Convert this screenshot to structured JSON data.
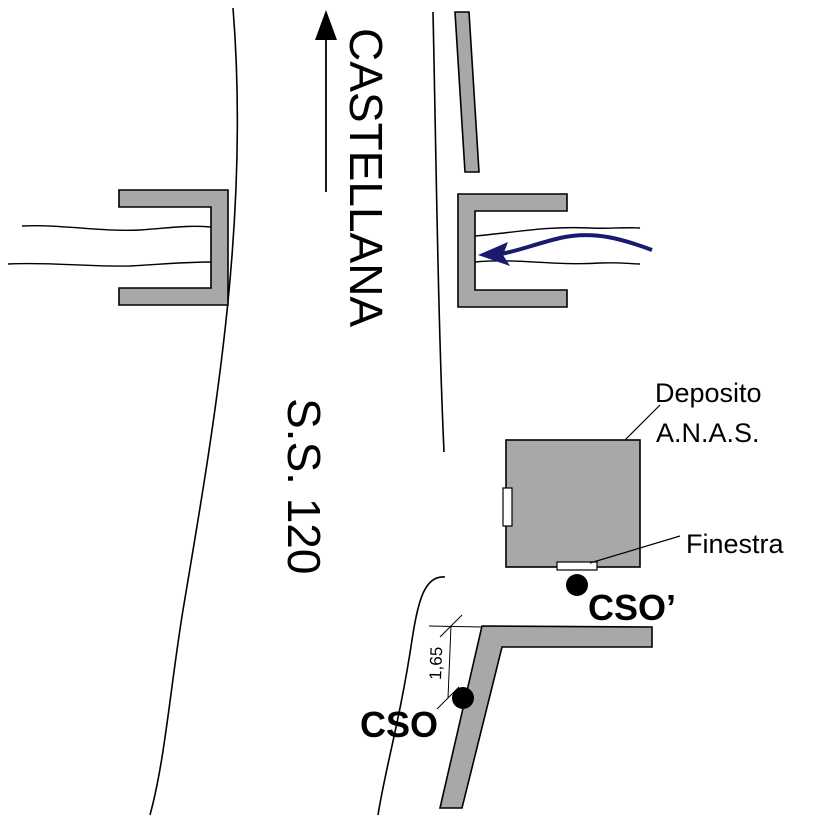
{
  "labels": {
    "road_name": "CASTELLANA",
    "highway": "S.S. 120",
    "deposit_line1": "Deposito",
    "deposit_line2": "A.N.A.S.",
    "window": "Finestra",
    "cso_prime": "CSO’",
    "cso": "CSO",
    "distance": "1,65"
  },
  "colors": {
    "structure_fill": "#a8a8a8",
    "outline": "#000000",
    "flow_arrow": "#1a1a6e",
    "background": "#ffffff"
  },
  "icons": {
    "traffic_direction": "arrow-up-icon",
    "flow_direction": "curved-arrow-left-icon",
    "monitoring_point": "filled-circle-icon"
  }
}
